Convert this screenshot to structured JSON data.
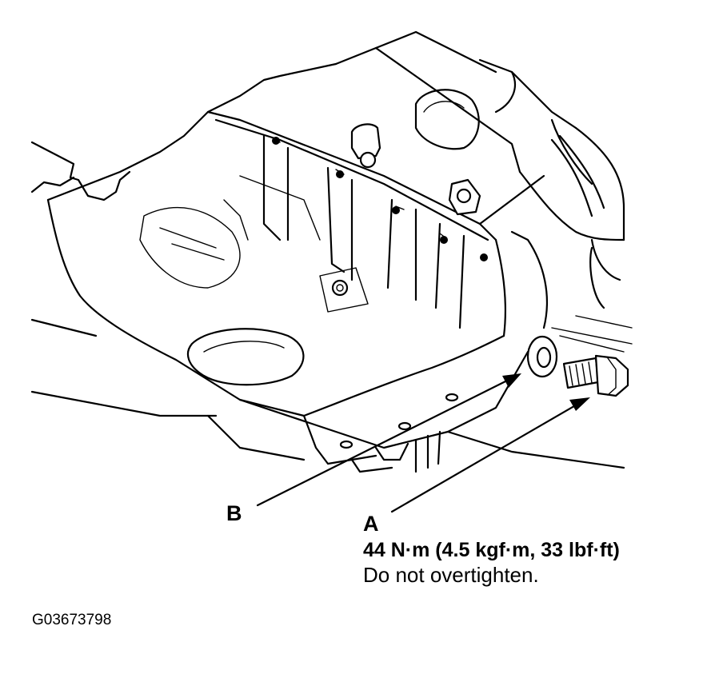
{
  "labels": {
    "b": "B",
    "a": "A",
    "torque": "44 N·m (4.5 kgf·m, 33 lbf·ft)",
    "note": "Do not overtighten.",
    "figure_id": "G03673798"
  },
  "colors": {
    "ink": "#000000",
    "background": "#ffffff"
  }
}
